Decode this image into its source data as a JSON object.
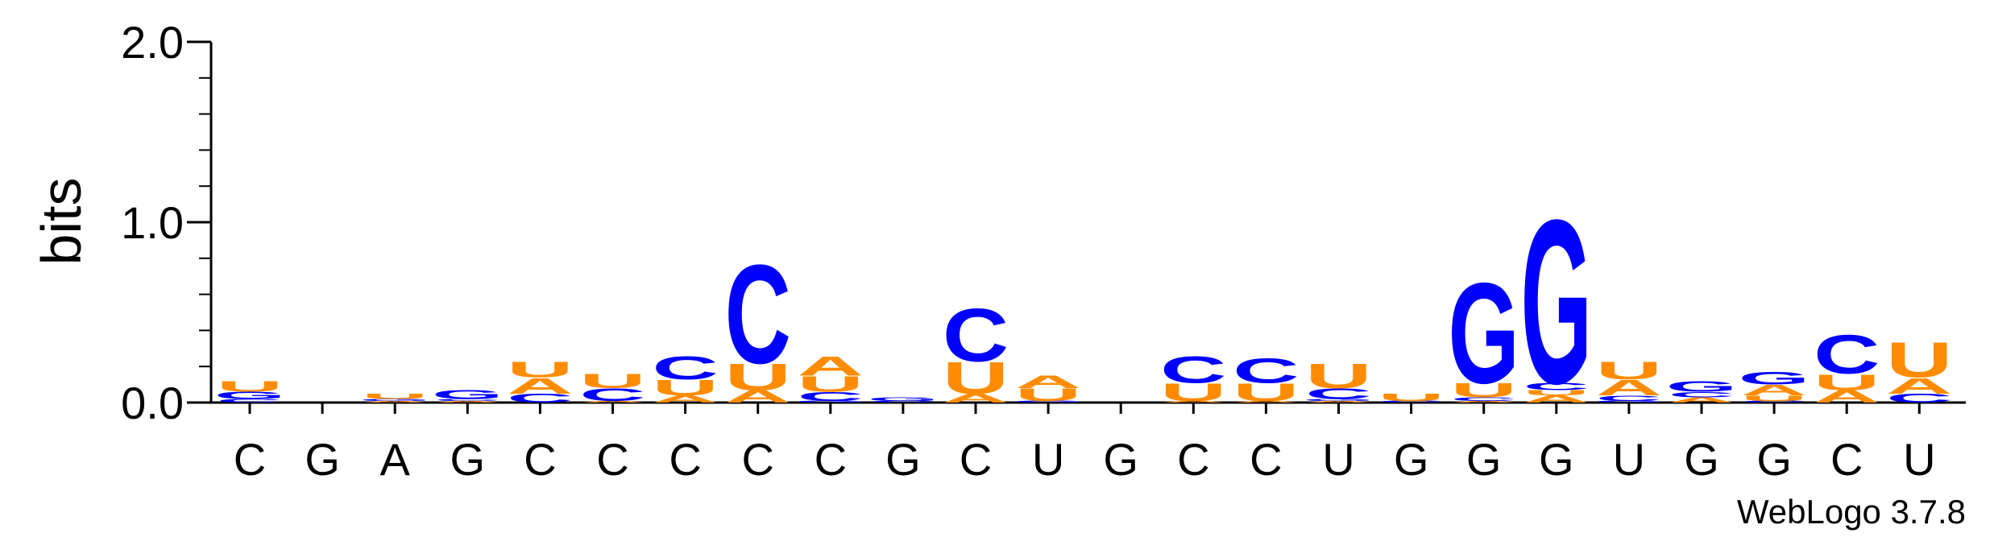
{
  "colors": {
    "C": "#0000ff",
    "G": "#0000ff",
    "A": "#ff8c00",
    "U": "#ff8c00",
    "axis": "#000000"
  },
  "chart_data": {
    "type": "sequence-logo",
    "ylabel": "bits",
    "ylim": [
      0,
      2
    ],
    "yticks": [
      "0.0",
      "1.0",
      "2.0"
    ],
    "credit": "WebLogo 3.7.8",
    "positions": [
      {
        "label": "C",
        "stack": [
          {
            "letter": "C",
            "bits": 0.02
          },
          {
            "letter": "G",
            "bits": 0.04
          },
          {
            "letter": "U",
            "bits": 0.06
          }
        ]
      },
      {
        "label": "G",
        "stack": []
      },
      {
        "label": "A",
        "stack": [
          {
            "letter": "A",
            "bits": 0.01
          },
          {
            "letter": "G",
            "bits": 0.01
          },
          {
            "letter": "U",
            "bits": 0.03
          }
        ]
      },
      {
        "label": "G",
        "stack": [
          {
            "letter": "A",
            "bits": 0.01
          },
          {
            "letter": "C",
            "bits": 0.01
          },
          {
            "letter": "G",
            "bits": 0.05
          }
        ]
      },
      {
        "label": "C",
        "stack": [
          {
            "letter": "C",
            "bits": 0.05
          },
          {
            "letter": "A",
            "bits": 0.09
          },
          {
            "letter": "U",
            "bits": 0.09
          }
        ]
      },
      {
        "label": "C",
        "stack": [
          {
            "letter": "A",
            "bits": 0.01
          },
          {
            "letter": "C",
            "bits": 0.07
          },
          {
            "letter": "U",
            "bits": 0.08
          }
        ]
      },
      {
        "label": "C",
        "stack": [
          {
            "letter": "A",
            "bits": 0.04
          },
          {
            "letter": "U",
            "bits": 0.09
          },
          {
            "letter": "C",
            "bits": 0.13
          }
        ]
      },
      {
        "label": "C",
        "stack": [
          {
            "letter": "A",
            "bits": 0.07
          },
          {
            "letter": "U",
            "bits": 0.15
          },
          {
            "letter": "C",
            "bits": 0.56
          }
        ]
      },
      {
        "label": "C",
        "stack": [
          {
            "letter": "G",
            "bits": 0.01
          },
          {
            "letter": "C",
            "bits": 0.05
          },
          {
            "letter": "U",
            "bits": 0.09
          },
          {
            "letter": "A",
            "bits": 0.11
          }
        ]
      },
      {
        "label": "G",
        "stack": [
          {
            "letter": "C",
            "bits": 0.01
          },
          {
            "letter": "G",
            "bits": 0.02
          }
        ]
      },
      {
        "label": "C",
        "stack": [
          {
            "letter": "A",
            "bits": 0.05
          },
          {
            "letter": "U",
            "bits": 0.18
          },
          {
            "letter": "C",
            "bits": 0.3
          }
        ]
      },
      {
        "label": "U",
        "stack": [
          {
            "letter": "G",
            "bits": 0.01
          },
          {
            "letter": "U",
            "bits": 0.07
          },
          {
            "letter": "A",
            "bits": 0.07
          }
        ]
      },
      {
        "label": "G",
        "stack": []
      },
      {
        "label": "C",
        "stack": [
          {
            "letter": "A",
            "bits": 0.01
          },
          {
            "letter": "U",
            "bits": 0.1
          },
          {
            "letter": "C",
            "bits": 0.15
          }
        ]
      },
      {
        "label": "C",
        "stack": [
          {
            "letter": "A",
            "bits": 0.01
          },
          {
            "letter": "U",
            "bits": 0.1
          },
          {
            "letter": "C",
            "bits": 0.14
          }
        ]
      },
      {
        "label": "U",
        "stack": [
          {
            "letter": "A",
            "bits": 0.01
          },
          {
            "letter": "G",
            "bits": 0.01
          },
          {
            "letter": "C",
            "bits": 0.06
          },
          {
            "letter": "U",
            "bits": 0.14
          }
        ]
      },
      {
        "label": "G",
        "stack": [
          {
            "letter": "C",
            "bits": 0.01
          },
          {
            "letter": "U",
            "bits": 0.04
          }
        ]
      },
      {
        "label": "G",
        "stack": [
          {
            "letter": "A",
            "bits": 0.01
          },
          {
            "letter": "C",
            "bits": 0.02
          },
          {
            "letter": "U",
            "bits": 0.08
          },
          {
            "letter": "G",
            "bits": 0.57
          }
        ]
      },
      {
        "label": "G",
        "stack": [
          {
            "letter": "A",
            "bits": 0.04
          },
          {
            "letter": "U",
            "bits": 0.03
          },
          {
            "letter": "C",
            "bits": 0.04
          },
          {
            "letter": "G",
            "bits": 0.93
          }
        ]
      },
      {
        "label": "U",
        "stack": [
          {
            "letter": "G",
            "bits": 0.01
          },
          {
            "letter": "C",
            "bits": 0.03
          },
          {
            "letter": "A",
            "bits": 0.09
          },
          {
            "letter": "U",
            "bits": 0.1
          }
        ]
      },
      {
        "label": "G",
        "stack": [
          {
            "letter": "A",
            "bits": 0.03
          },
          {
            "letter": "C",
            "bits": 0.03
          },
          {
            "letter": "G",
            "bits": 0.06
          }
        ]
      },
      {
        "label": "G",
        "stack": [
          {
            "letter": "C",
            "bits": 0.01
          },
          {
            "letter": "U",
            "bits": 0.03
          },
          {
            "letter": "A",
            "bits": 0.06
          },
          {
            "letter": "G",
            "bits": 0.07
          }
        ]
      },
      {
        "label": "C",
        "stack": [
          {
            "letter": "A",
            "bits": 0.07
          },
          {
            "letter": "U",
            "bits": 0.09
          },
          {
            "letter": "C",
            "bits": 0.22
          }
        ]
      },
      {
        "label": "U",
        "stack": [
          {
            "letter": "C",
            "bits": 0.05
          },
          {
            "letter": "A",
            "bits": 0.09
          },
          {
            "letter": "U",
            "bits": 0.2
          }
        ]
      }
    ]
  }
}
